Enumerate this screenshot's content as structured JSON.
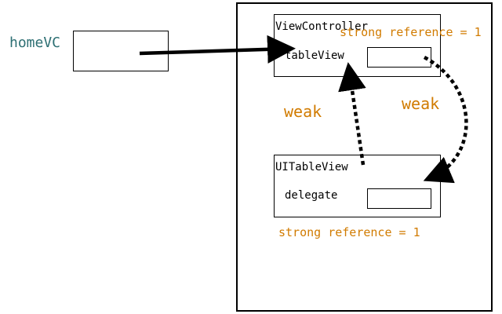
{
  "variable": {
    "name": "homeVC"
  },
  "view_controller": {
    "title": "ViewController",
    "property": "tableView",
    "ref_note": "strong reference = 1"
  },
  "table_view": {
    "title": "UITableView",
    "property": "delegate",
    "ref_note": "strong reference = 1"
  },
  "labels": {
    "weak_left": "weak",
    "weak_right": "weak"
  },
  "colors": {
    "annotation": "#d17b00",
    "variable_text": "#2d6f73",
    "stroke": "#000000"
  }
}
